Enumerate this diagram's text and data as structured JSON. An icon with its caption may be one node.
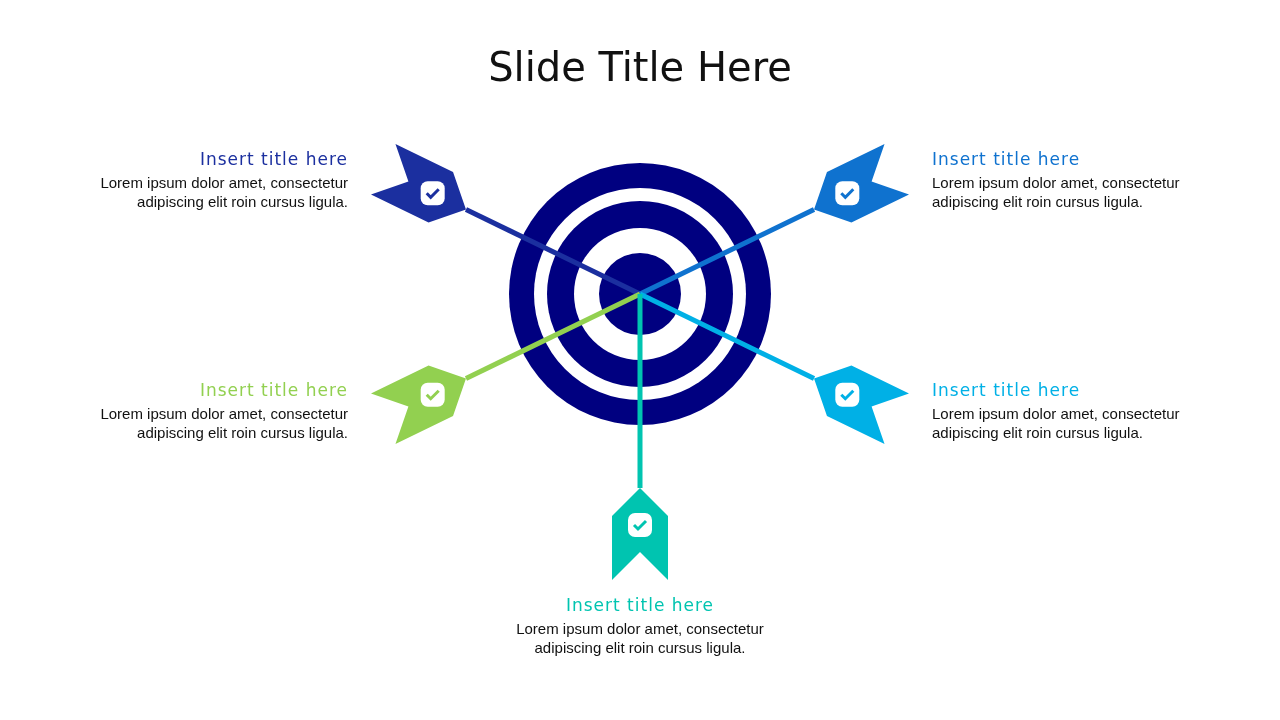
{
  "diagram": {
    "title": "Slide Title Here",
    "nodes": [
      {
        "text": [
          "Insert title here",
          "Lorem ipsum dolor amet, consectetur adipiscing elit roin cursus ligula."
        ]
      },
      {
        "text": [
          "Insert title here",
          "Lorem ipsum dolor amet, consectetur adipiscing elit roin cursus ligula."
        ]
      },
      {
        "text": [
          "Insert title here",
          "Lorem ipsum dolor amet, consectetur adipiscing elit roin cursus ligula."
        ]
      },
      {
        "text": [
          "Insert title here",
          "Lorem ipsum dolor amet, consectetur adipiscing elit roin cursus ligula."
        ]
      },
      {
        "text": [
          "Insert title here",
          "Lorem ipsum dolor amet, consectetur adipiscing elit roin cursus ligula."
        ]
      }
    ]
  }
}
